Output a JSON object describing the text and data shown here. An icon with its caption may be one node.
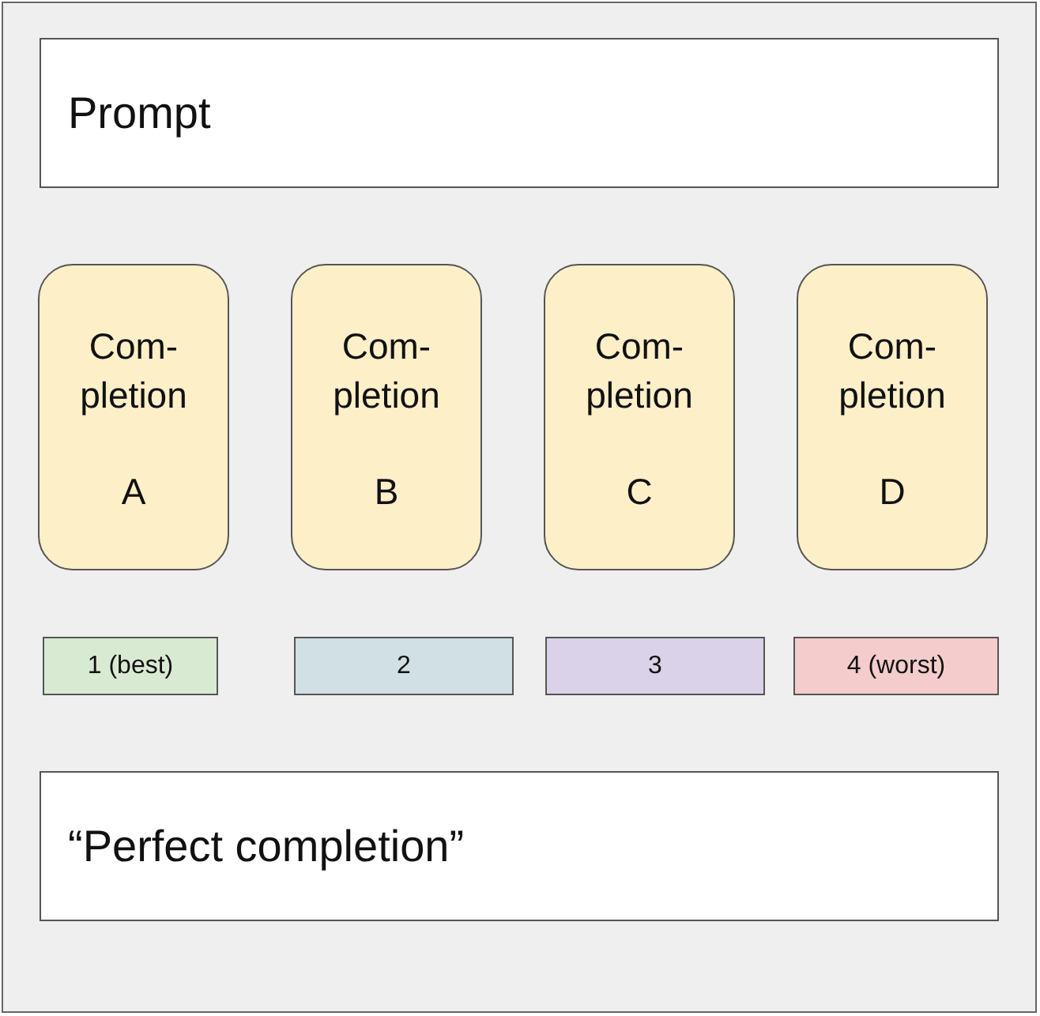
{
  "diagram": {
    "nodes": [
      {
        "text": [],
        "shape": "box"
      },
      {
        "text": [
          "Prompt"
        ],
        "in": 0
      },
      {
        "text": [
          "Com- pletion",
          "A"
        ],
        "in": 0
      },
      {
        "text": [
          "Com- pletion",
          "B"
        ],
        "in": 0
      },
      {
        "text": [
          "Com- pletion",
          "C"
        ],
        "in": 0
      },
      {
        "text": [
          "Com- pletion",
          "D"
        ],
        "in": 0
      },
      {
        "text": [
          "1 (best)"
        ],
        "in": 0
      },
      {
        "text": [
          "2"
        ],
        "in": 0
      },
      {
        "text": [
          "3"
        ],
        "in": 0
      },
      {
        "text": [
          "4 (worst)"
        ],
        "in": 0
      },
      {
        "text": [
          "“Perfect completion”"
        ],
        "in": 0
      }
    ]
  }
}
